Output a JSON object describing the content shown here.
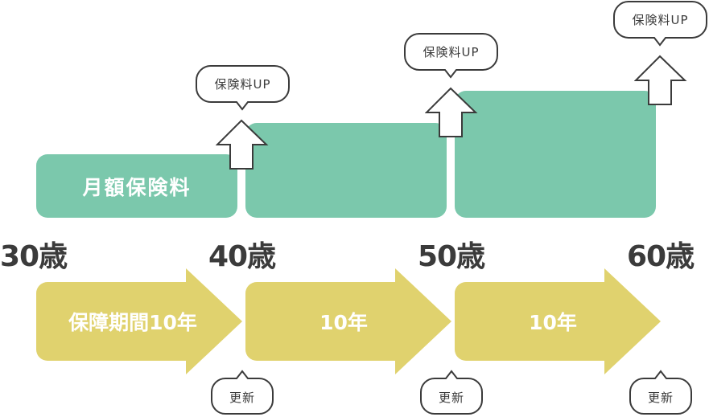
{
  "premium_label": "月額保険料",
  "raise_label": "保険料UP",
  "renew_label": "更新",
  "ages": [
    "30歳",
    "40歳",
    "50歳",
    "60歳"
  ],
  "periods": [
    "保障期間10年",
    "10年",
    "10年"
  ],
  "colors": {
    "premium_bar": "#7bc8ac",
    "period_arrow": "#e0d26e",
    "text": "#3b3b3b",
    "outline": "#3b3b3b"
  }
}
